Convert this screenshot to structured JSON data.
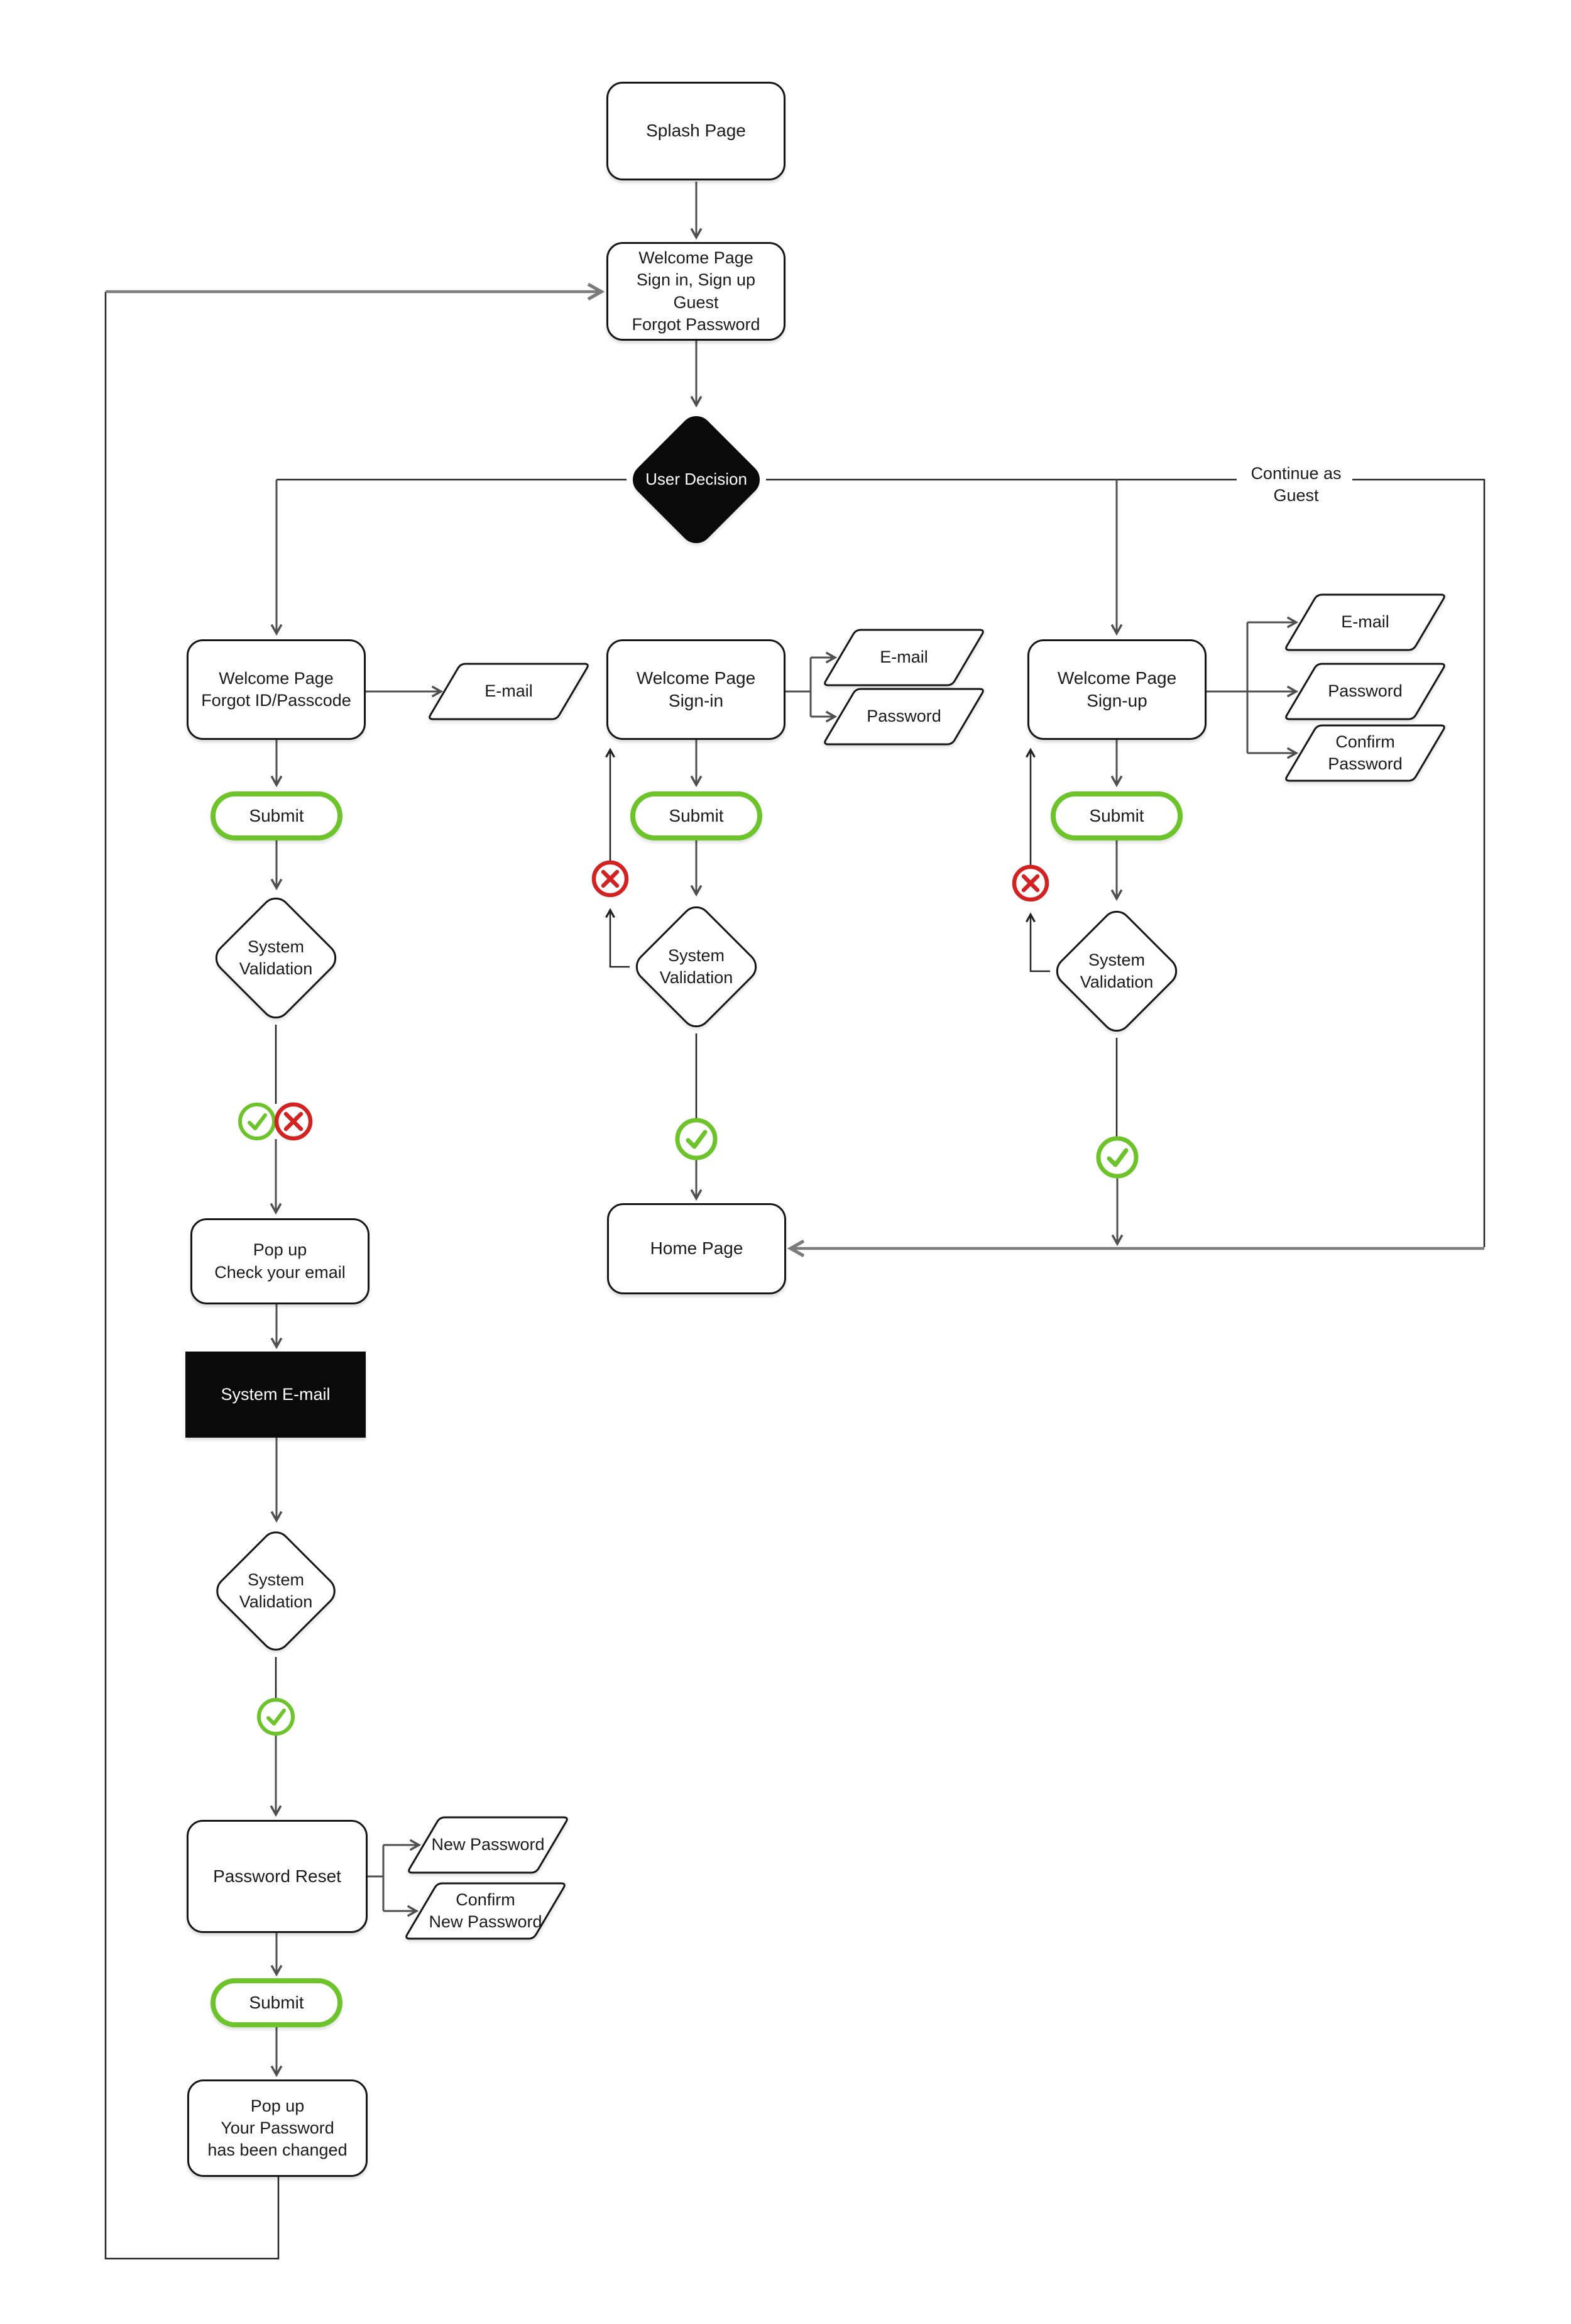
{
  "colors": {
    "accent_green": "#6cc42a",
    "error_red": "#d32222",
    "node_black": "#0a0a0a",
    "line_gray": "#4f4f4f",
    "line_dark": "#222222",
    "line_thick": "#7b7b7b",
    "border": "#161616"
  },
  "nodes": {
    "splash": "Splash Page",
    "welcome": "Welcome Page\nSign in, Sign up\nGuest\nForgot Password",
    "user_decision": "User Decision",
    "continue_guest": "Continue as\nGuest",
    "forgot": "Welcome Page\nForgot ID/Passcode",
    "forgot_email": "E-mail",
    "submit_forgot": "Submit",
    "sysval_forgot": "System\nValidation",
    "popup_check": "Pop up\nCheck your email",
    "system_email": "System E-mail",
    "sysval_reset": "System\nValidation",
    "password_reset": "Password Reset",
    "new_password": "New Password",
    "confirm_new_password": "Confirm\nNew Password",
    "submit_reset": "Submit",
    "popup_changed": "Pop up\nYour Password\nhas been changed",
    "signin": "Welcome Page\nSign-in",
    "signin_email": "E-mail",
    "signin_password": "Password",
    "submit_signin": "Submit",
    "sysval_signin": "System\nValidation",
    "home": "Home Page",
    "signup": "Welcome Page\nSign-up",
    "signup_email": "E-mail",
    "signup_password": "Password",
    "signup_confirm": "Confirm\nPassword",
    "submit_signup": "Submit",
    "sysval_signup": "System\nValidation"
  },
  "icons": {
    "valid": "check-circle",
    "invalid": "cross-circle"
  }
}
